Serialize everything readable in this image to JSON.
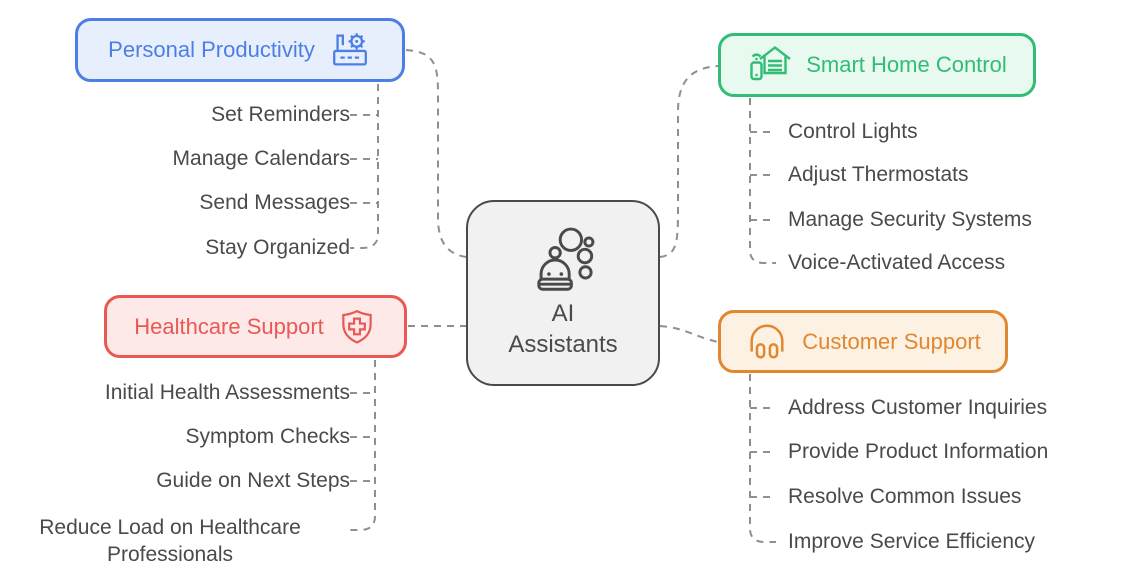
{
  "center": {
    "label": "AI\nAssistants",
    "icon": "robot-icon",
    "fill_color": "#f1f1f1",
    "border_color": "#4a4a4a"
  },
  "branches": [
    {
      "id": "personal-productivity",
      "label": "Personal Productivity",
      "icon": "factory-automation-icon",
      "accent_color": "#4c7fe6",
      "fill_color": "#e8effc",
      "items": [
        "Set Reminders",
        "Manage Calendars",
        "Send Messages",
        "Stay Organized"
      ]
    },
    {
      "id": "smart-home-control",
      "label": "Smart Home Control",
      "icon": "smart-home-icon",
      "accent_color": "#31bd76",
      "fill_color": "#e8f9ef",
      "items": [
        "Control Lights",
        "Adjust Thermostats",
        "Manage Security Systems",
        "Voice-Activated Access"
      ]
    },
    {
      "id": "healthcare-support",
      "label": "Healthcare Support",
      "icon": "medical-shield-icon",
      "accent_color": "#e95853",
      "fill_color": "#fdeae8",
      "items": [
        "Initial Health Assessments",
        "Symptom Checks",
        "Guide on Next Steps",
        "Reduce Load on Healthcare Professionals"
      ]
    },
    {
      "id": "customer-support",
      "label": "Customer Support",
      "icon": "headphones-icon",
      "accent_color": "#e1872f",
      "fill_color": "#fcf1e3",
      "items": [
        "Address Customer Inquiries",
        "Provide Product Information",
        "Resolve Common Issues",
        "Improve Service Efficiency"
      ]
    }
  ],
  "connector_color": "#8f8f8f",
  "leaf_text_color": "#4a4a4a"
}
